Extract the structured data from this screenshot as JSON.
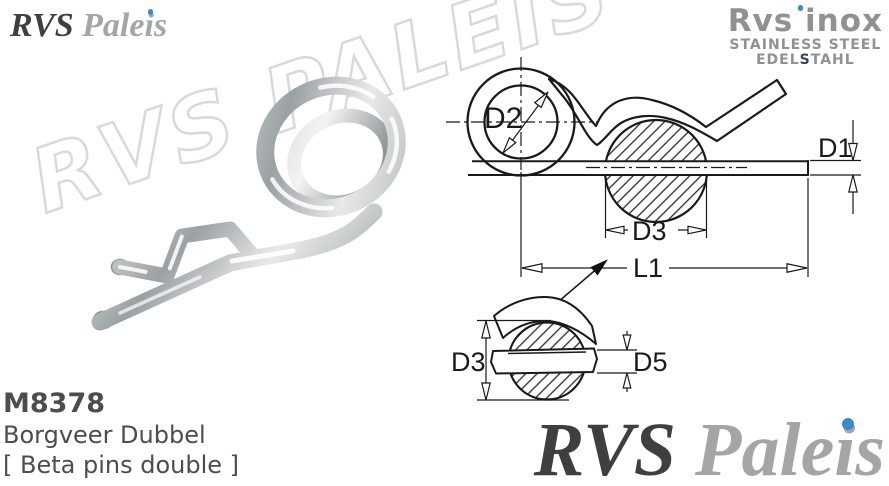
{
  "brand_top_left": {
    "part1": "RVS",
    "part2": "Paleis"
  },
  "brand_top_right": {
    "line1": "Rvs inox",
    "line2": "STAINLESS STEEL",
    "line3_pre": "EDEL",
    "line3_mid": "S",
    "line3_post": "TAHL"
  },
  "watermark": "RVS PALEIS",
  "drawing": {
    "labels": {
      "d2": "D2",
      "d1": "D1",
      "d3": "D3",
      "l1": "L1",
      "d3_detail": "D3",
      "d5": "D5"
    }
  },
  "product": {
    "code": "M8378",
    "name_nl": "Borgveer Dubbel",
    "name_en": "[ Beta pins double ]"
  },
  "brand_bottom": {
    "part1": "RVS",
    "part2": "Paleis"
  },
  "colors": {
    "logo_dark_gray": "#3e3f41",
    "logo_light_gray": "#a3a5a7",
    "accent_blue": "#3a8cc5",
    "inox_gray": "#8f9193",
    "edelstahl_s_dark": "#3c4656",
    "drawing_line": "#1a1a1a",
    "product_text": "#4d4d4d",
    "watermark_gray": "#d9d9d9"
  }
}
